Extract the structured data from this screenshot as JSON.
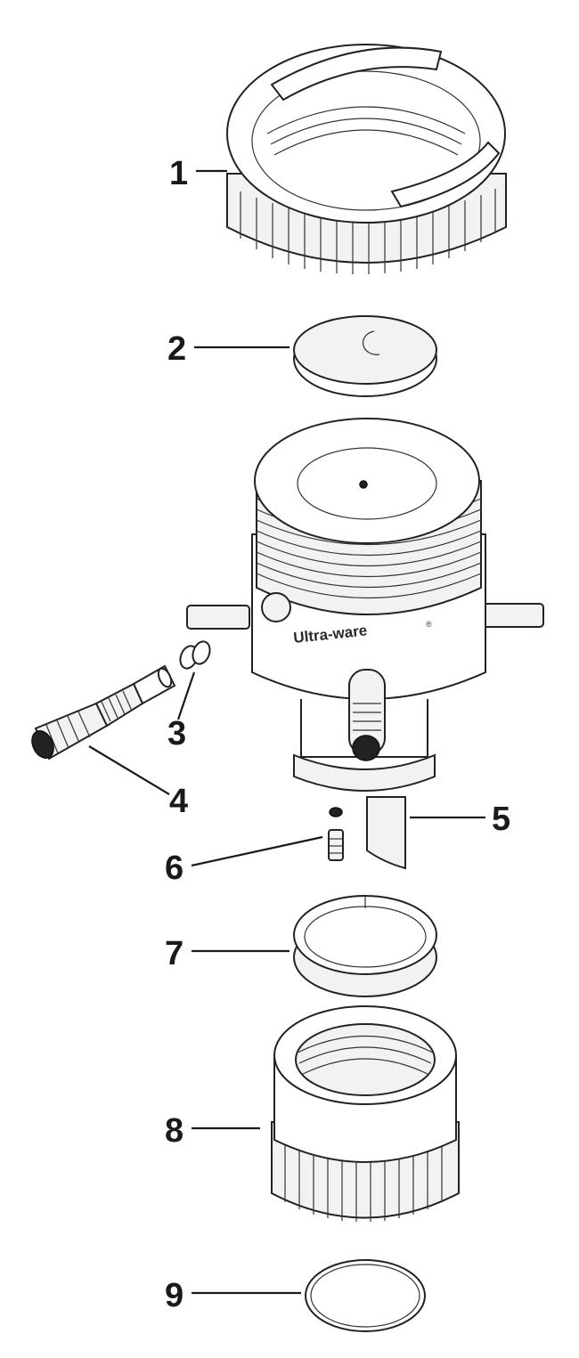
{
  "callouts": [
    {
      "id": "1",
      "label": "1"
    },
    {
      "id": "2",
      "label": "2"
    },
    {
      "id": "3",
      "label": "3"
    },
    {
      "id": "4",
      "label": "4"
    },
    {
      "id": "5",
      "label": "5"
    },
    {
      "id": "6",
      "label": "6"
    },
    {
      "id": "7",
      "label": "7"
    },
    {
      "id": "8",
      "label": "8"
    },
    {
      "id": "9",
      "label": "9"
    }
  ],
  "housing": {
    "brand_label": "Ultra-ware",
    "brand_mark": "®"
  },
  "colors": {
    "ink": "#222222",
    "background": "#ffffff"
  }
}
